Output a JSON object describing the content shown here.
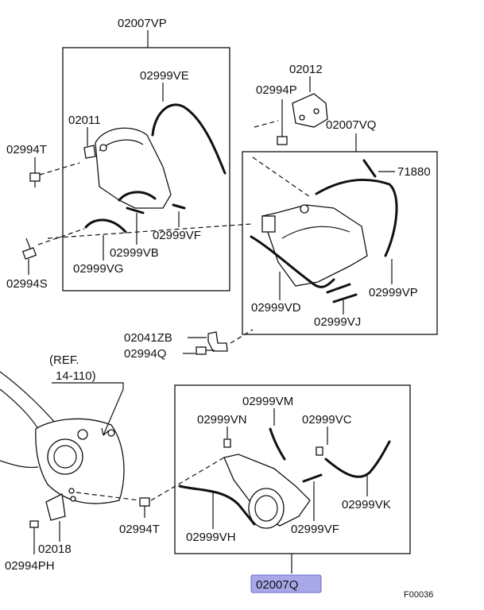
{
  "labels": {
    "top_assembly": "02007VP",
    "cover_upper_seal": "02999VE",
    "bracket": "02012",
    "bolt_p": "02994P",
    "upper_cover": "02011",
    "bolt_t_upper": "02994T",
    "middle_assembly": "02007VQ",
    "clip": "71880",
    "seal_vf_upper": "02999VF",
    "seal_vb": "02999VB",
    "seal_vg": "02999VG",
    "bolt_s": "02994S",
    "seal_vp": "02999VP",
    "seal_vd": "02999VD",
    "seal_vj": "02999VJ",
    "bracket_zb": "02041ZB",
    "bolt_q": "02994Q",
    "ref_line1": "(REF.",
    "ref_line2": "14-110)",
    "seal_vm": "02999VM",
    "seal_vn": "02999VN",
    "seal_vc": "02999VC",
    "seal_vk": "02999VK",
    "bolt_t_lower": "02994T",
    "seal_vf_lower": "02999VF",
    "seal_vh": "02999VH",
    "bracket_18": "02018",
    "bolt_ph": "02994PH",
    "lower_assembly": "02007Q",
    "figure_code": "F00036"
  },
  "highlight_color": "#a8a8e8"
}
